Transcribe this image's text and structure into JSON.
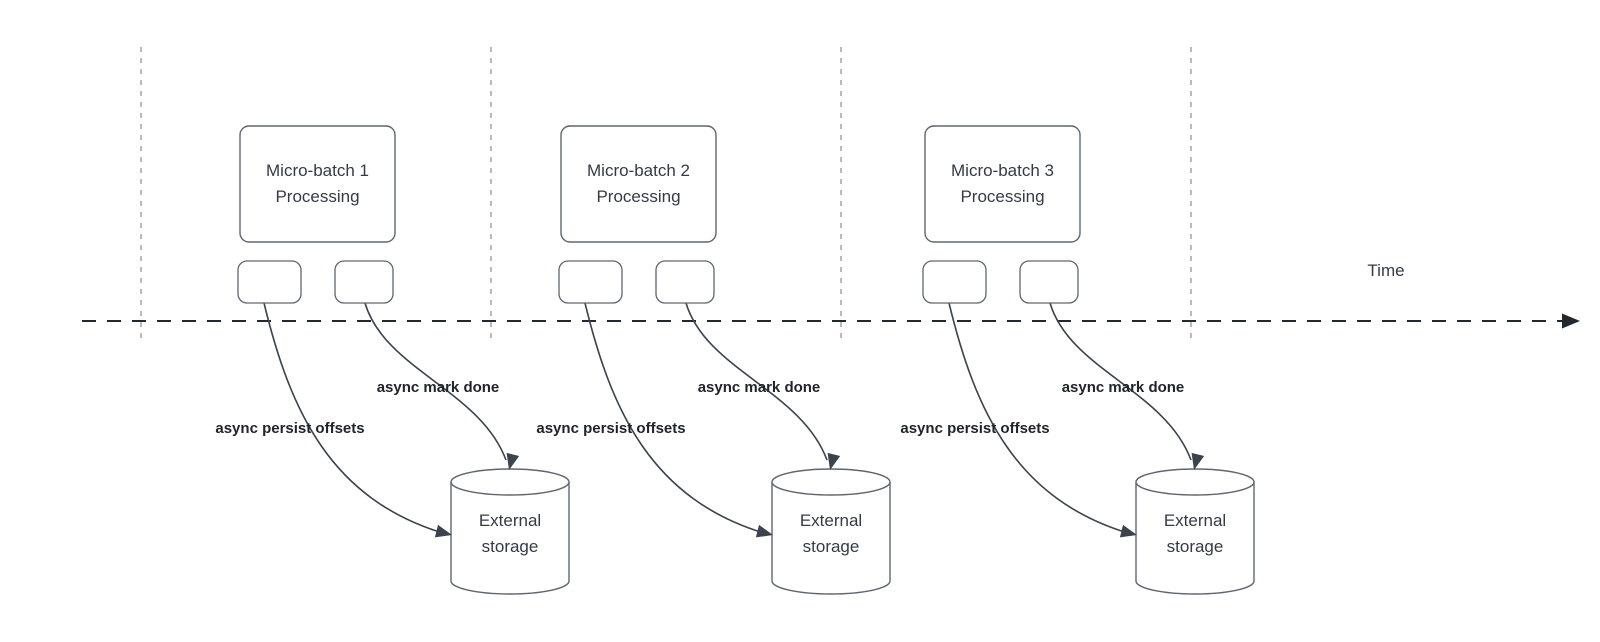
{
  "time_axis": {
    "label": "Time"
  },
  "colors": {
    "background": "#ffffff",
    "text_dark": "#343b46",
    "label_bold": "#20252c",
    "shape_stroke": "#5f6670",
    "guide_stroke": "#a9a9a9",
    "timeline_stroke": "#23282f",
    "curve_stroke": "#3b434e"
  },
  "batches": [
    {
      "box_label": "Micro-batch 1 Processing",
      "persist_label": "async persist offsets",
      "mark_done_label": "async mark done",
      "storage_label": "External storage"
    },
    {
      "box_label": "Micro-batch 2 Processing",
      "persist_label": "async persist offsets",
      "mark_done_label": "async mark done",
      "storage_label": "External storage"
    },
    {
      "box_label": "Micro-batch 3 Processing",
      "persist_label": "async persist offsets",
      "mark_done_label": "async mark done",
      "storage_label": "External storage"
    }
  ]
}
